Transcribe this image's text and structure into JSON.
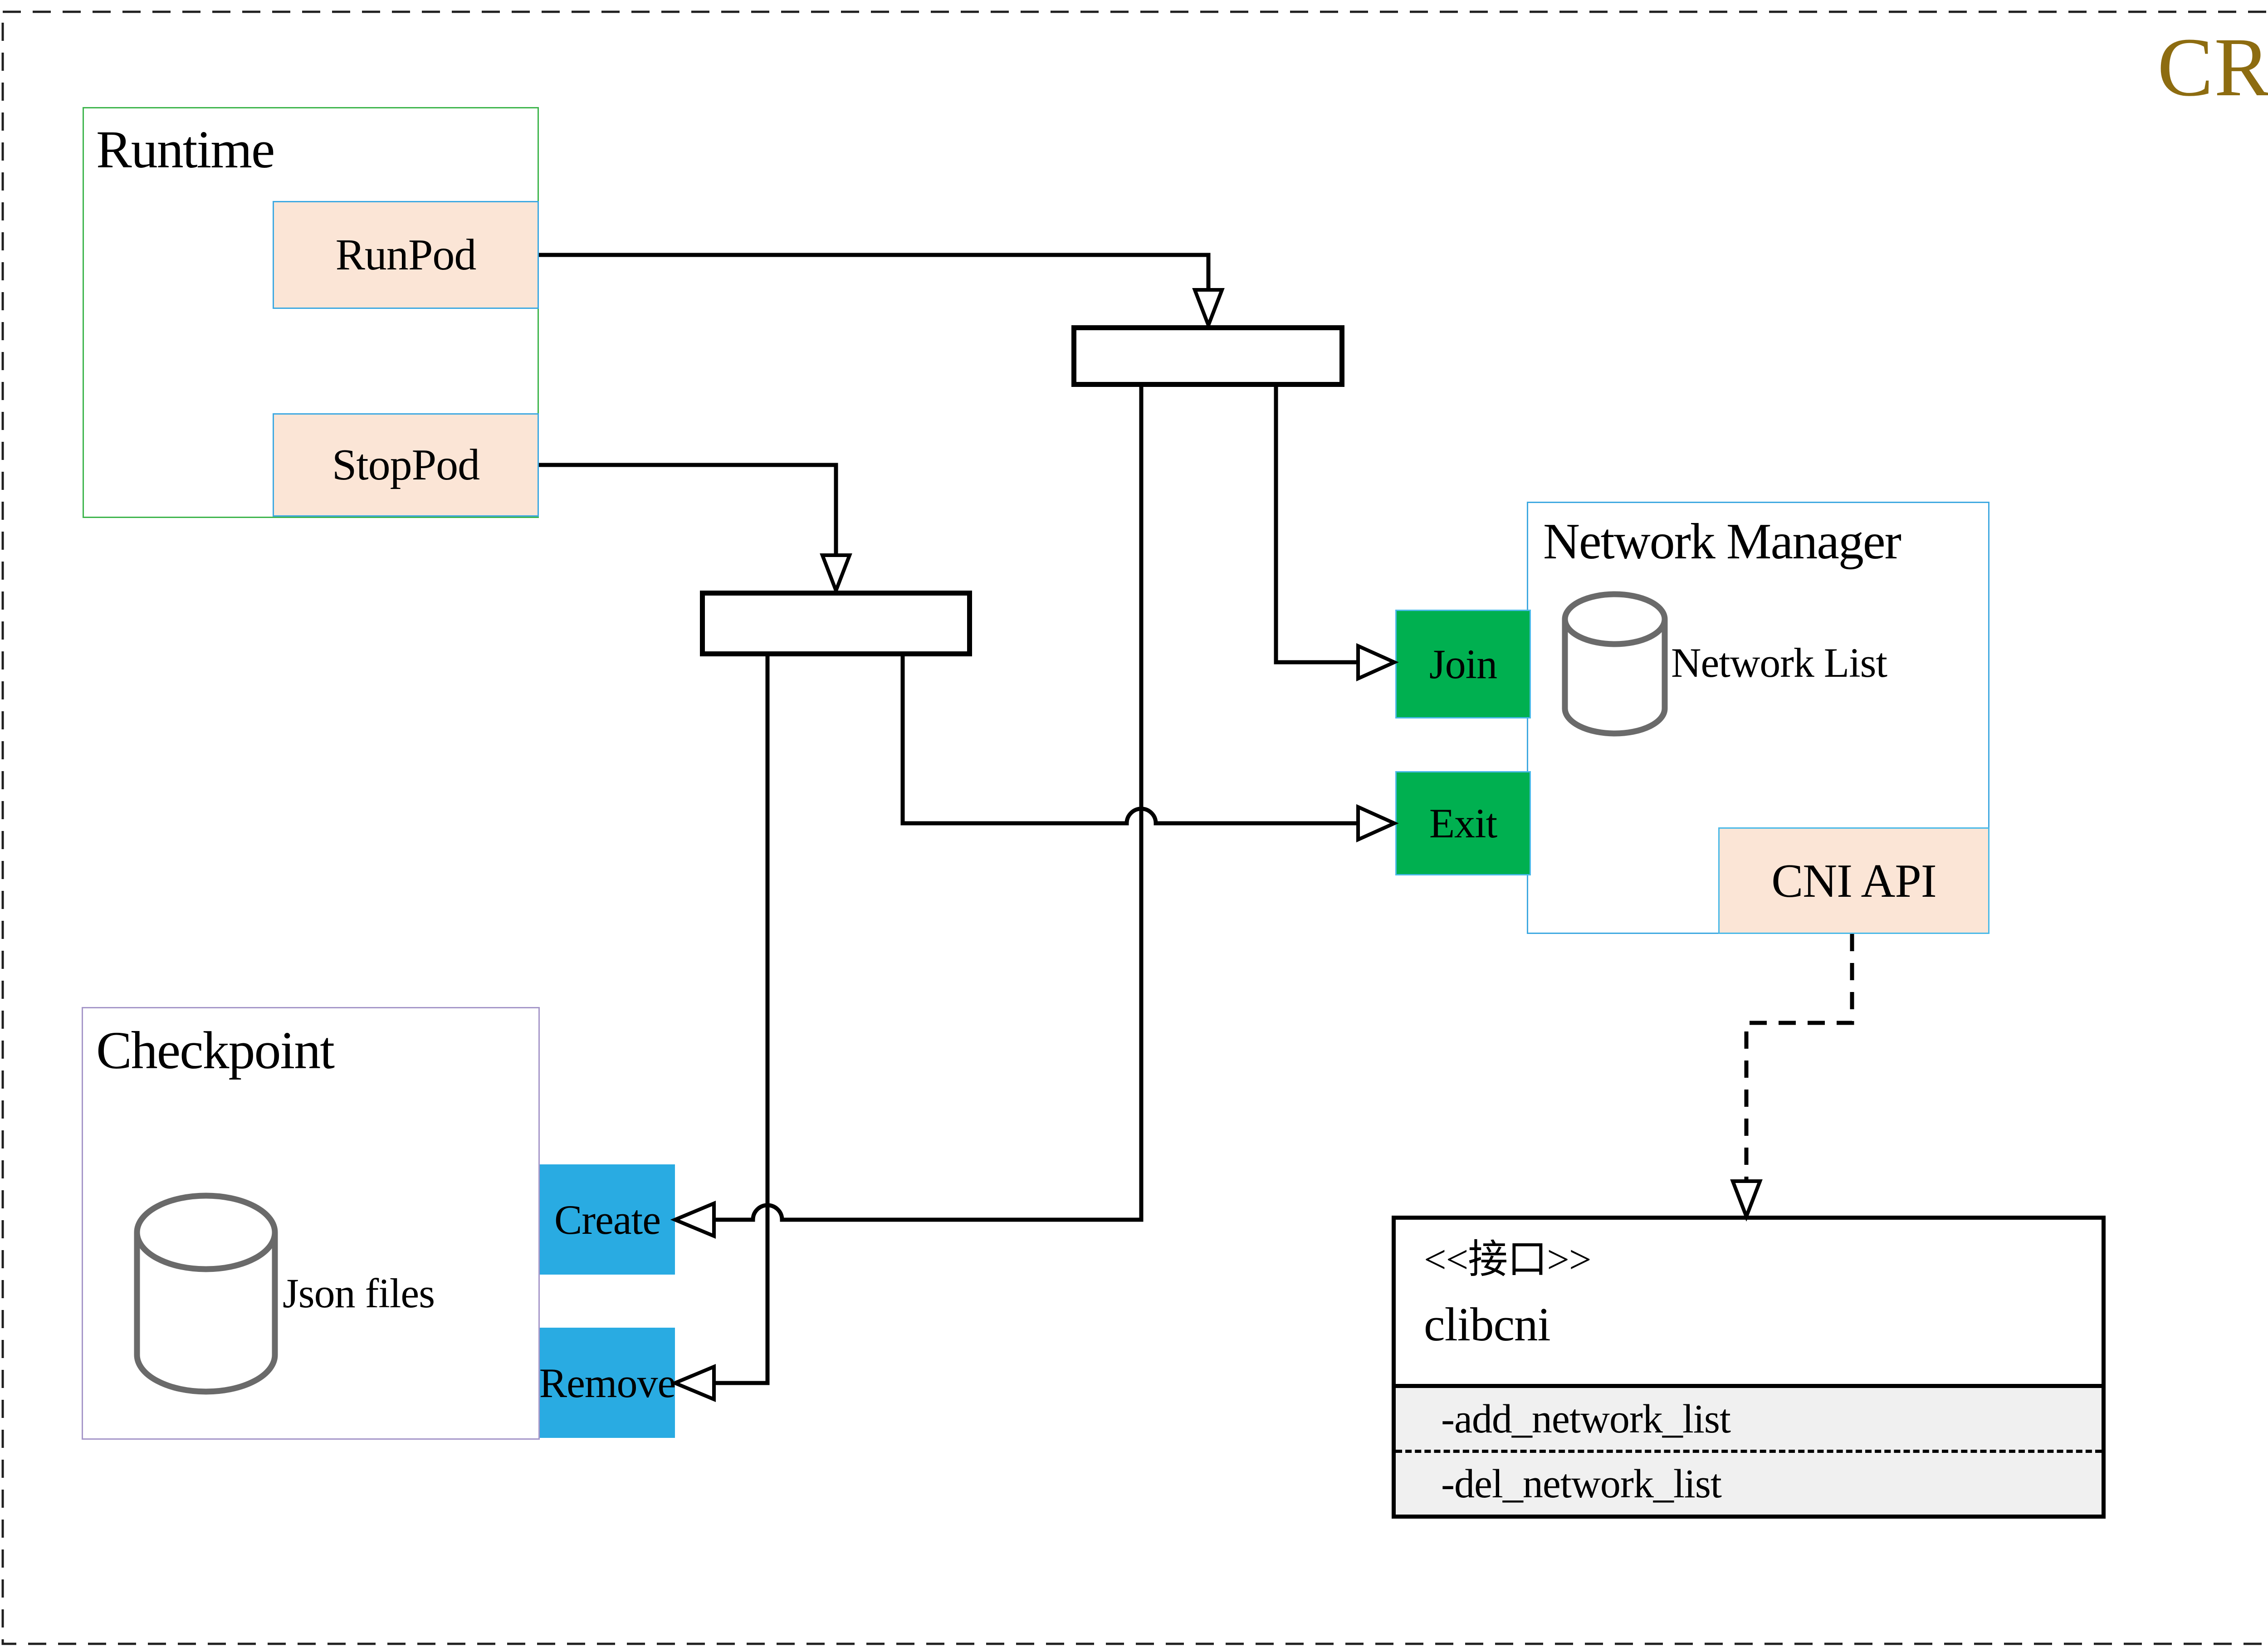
{
  "diagram_title": "CRI",
  "runtime": {
    "title": "Runtime",
    "runpod_label": "RunPod",
    "stoppod_label": "StopPod"
  },
  "network_manager": {
    "title": "Network Manager",
    "join_label": "Join",
    "exit_label": "Exit",
    "network_list_label": "Network List",
    "cni_api_label": "CNI API"
  },
  "checkpoint": {
    "title": "Checkpoint",
    "json_files_label": "Json files",
    "create_label": "Create",
    "remove_label": "Remove"
  },
  "clibcni_interface": {
    "stereotype": "<<接口>>",
    "name": "clibcni",
    "methods": [
      "-add_network_list",
      "-del_network_list"
    ]
  },
  "colors": {
    "title_gold": "#8d6c10",
    "runtime_border_green": "#3eb54d",
    "checkpoint_border_purple": "#a697c9",
    "node_border_blue": "#3fa9e1",
    "peach_fill": "#fbe5d6",
    "green_fill": "#00b050",
    "cyan_fill": "#29abe2",
    "wire_black": "#000000",
    "cylinder_gray": "#6a6a6a",
    "attrs_bg": "#f0f0f0"
  }
}
